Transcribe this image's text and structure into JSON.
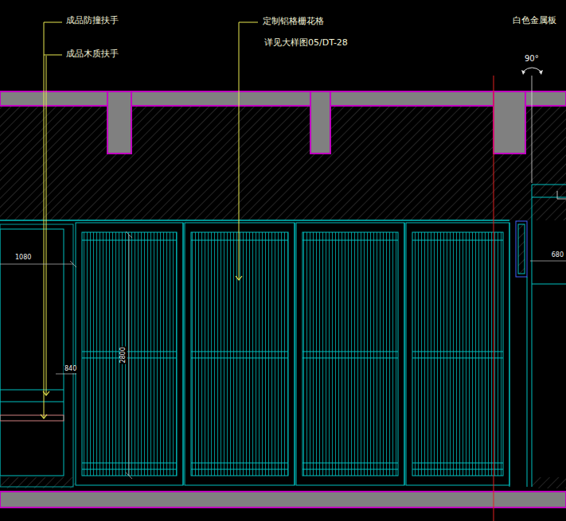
{
  "diagram": {
    "labels": [
      "成品防撞扶手",
      "成品木质扶手",
      "定制铝格栅花格",
      "详见大样图05/DT-28",
      "白色金属板",
      "90°",
      "1080",
      "2800",
      "840",
      "680"
    ]
  }
}
